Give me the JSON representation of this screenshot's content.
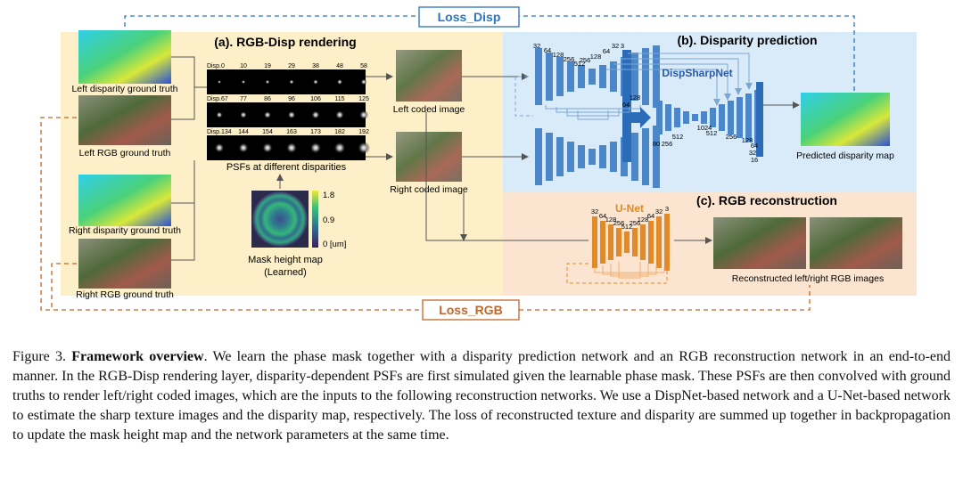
{
  "loss_disp": "Loss_Disp",
  "loss_rgb": "Loss_RGB",
  "sections": {
    "rendering": "(a). RGB-Disp rendering",
    "disparity": "(b). Disparity prediction",
    "rgb": "(c). RGB reconstruction"
  },
  "inputs": {
    "left_disp": "Left disparity ground truth",
    "left_rgb": "Left RGB ground truth",
    "right_disp": "Right disparity ground truth",
    "right_rgb": "Right RGB ground truth"
  },
  "psf": {
    "rows": [
      [
        "Disp.0",
        "10",
        "19",
        "29",
        "38",
        "48",
        "58"
      ],
      [
        "Disp.67",
        "77",
        "86",
        "96",
        "106",
        "115",
        "125"
      ],
      [
        "Disp.134",
        "144",
        "154",
        "163",
        "173",
        "182",
        "192"
      ]
    ],
    "caption": "PSFs at different disparities"
  },
  "mask": {
    "caption_line1": "Mask height map",
    "caption_line2": "(Learned)",
    "colorbar": [
      "1.8",
      "0.9",
      "0 [um]"
    ]
  },
  "coded": {
    "left": "Left coded image",
    "right": "Right coded image"
  },
  "dispsharpnet": {
    "name": "DispSharpNet",
    "enc_top_labels": [
      "32",
      "64",
      "128",
      "256",
      "512"
    ],
    "dec_top_labels": [
      "256",
      "128",
      "64",
      "32",
      "3"
    ],
    "side_labels": [
      "128",
      "64"
    ],
    "bottom_labels": [
      "80",
      "256",
      "512",
      "1024",
      "512",
      "256",
      "128",
      "64",
      "32",
      "16"
    ]
  },
  "predicted": "Predicted disparity map",
  "unet": {
    "name": "U-Net",
    "labels": [
      "32",
      "64",
      "128",
      "256",
      "512",
      "256",
      "128",
      "64",
      "32",
      "3"
    ]
  },
  "reconstructed": "Reconstructed left/right RGB images",
  "caption": {
    "label": "Figure 3.",
    "bold": "Framework overview",
    "text": ". We learn the phase mask together with a disparity prediction network and an RGB reconstruction network in an end-to-end manner. In the RGB-Disp rendering layer, disparity-dependent PSFs are first simulated given the learnable phase mask. These PSFs are then convolved with ground truths to render left/right coded images, which are the inputs to the following reconstruction networks. We use a DispNet-based network and a U-Net-based network to estimate the sharp texture images and the disparity map, respectively. The loss of reconstructed texture and disparity are summed up together in backpropagation to update the mask height map and the network parameters at the same time."
  },
  "colors": {
    "rendering_bg": "#fdf0c8",
    "disparity_bg": "#d9ebf9",
    "rgb_bg": "#fbe5d0",
    "blue": "#4a86c8",
    "orange": "#e08a2a",
    "loss_disp": "#2a74c0",
    "loss_rgb": "#c0662a"
  }
}
